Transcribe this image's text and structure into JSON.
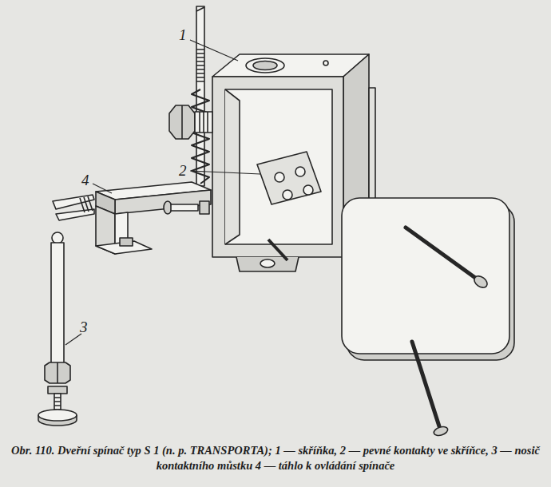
{
  "diagram": {
    "caption": "Obr. 110. Dveřní spínač typ S 1 (n. p. TRANSPORTA); 1 — skříňka, 2 — pevné kontakty ve skříňce, 3 — nosič kontaktního můstku 4 — táhlo k ovládání spínače",
    "labels": [
      "1",
      "2",
      "4",
      "3"
    ]
  }
}
